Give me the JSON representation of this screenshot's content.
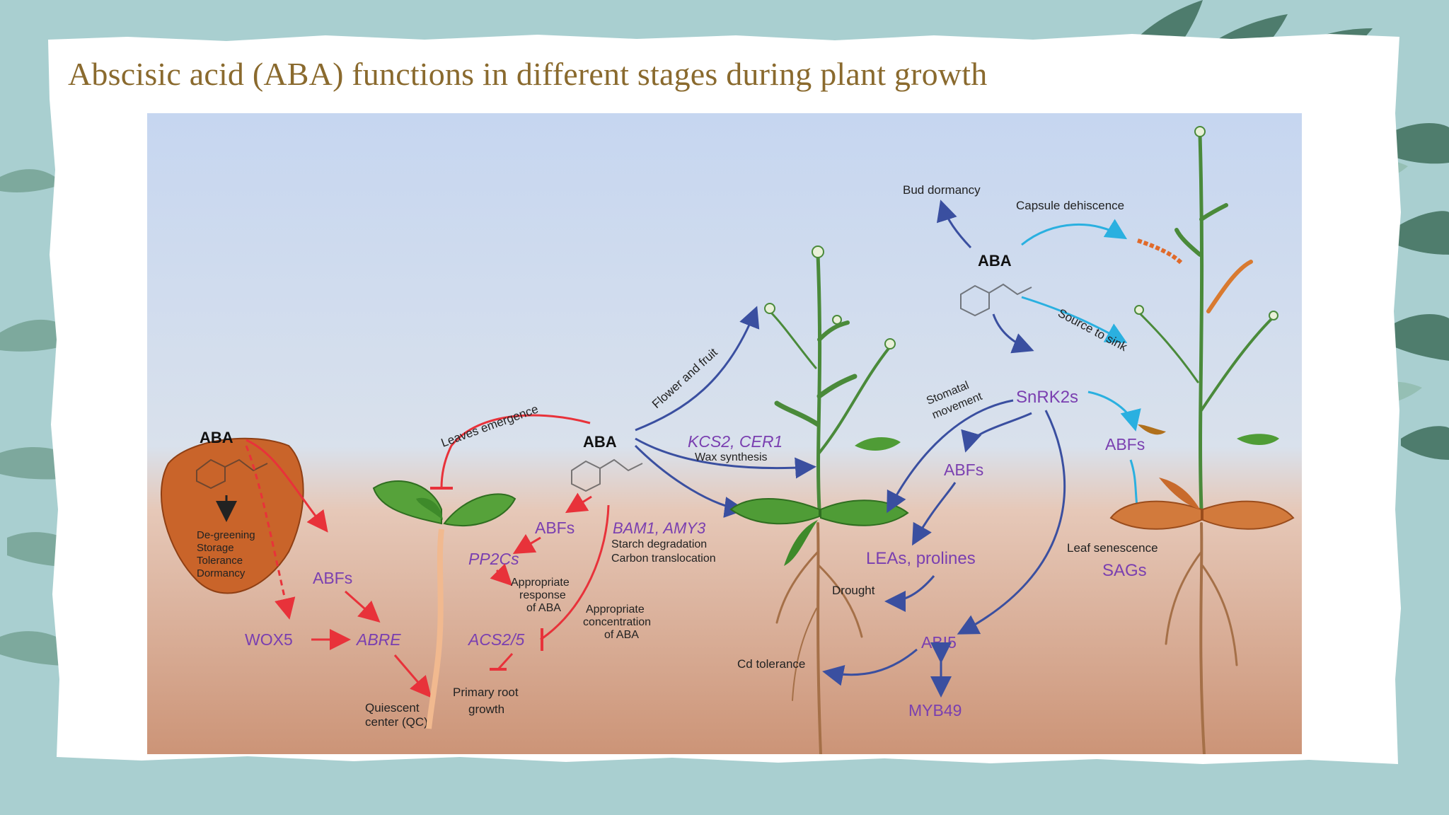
{
  "slide": {
    "title": "Abscisic acid (ABA) functions in different stages during plant growth"
  },
  "colors": {
    "background": "#a9cfd0",
    "title": "#8a6a2e",
    "red_arrows": "#e8323a",
    "blue_arrows": "#3a4fa0",
    "cyan_arrows": "#2ab0e0",
    "purple_text": "#7a3fb0",
    "sky": "#c9d8ef",
    "soil": "#cf9b7e"
  },
  "figure": {
    "seed": {
      "aba": "ABA",
      "effects": [
        "De-greening",
        "Storage",
        "Tolerance",
        "Dormancy"
      ],
      "abfs": "ABFs",
      "wox5": "WOX5",
      "abre": "ABRE",
      "qc": [
        "Quiescent",
        "center (QC)"
      ]
    },
    "seedling": {
      "aba": "ABA",
      "leaves_emergence": "Leaves emergence",
      "flower_fruit": "Flower and fruit",
      "abfs": "ABFs",
      "pp2cs": "PP2Cs",
      "response": [
        "Appropriate",
        "response",
        "of ABA"
      ],
      "acs": "ACS2/5",
      "concentration": [
        "Appropriate",
        "concentration",
        "of ABA"
      ],
      "primary_root": [
        "Primary root",
        "growth"
      ],
      "bam": "BAM1, AMY3",
      "starch": "Starch degradation",
      "carbon": "Carbon translocation",
      "kcs": "KCS2, CER1",
      "wax": "Wax synthesis"
    },
    "mature": {
      "bud_dormancy": "Bud dormancy",
      "capsule": "Capsule dehiscence",
      "aba": "ABA",
      "source_sink": "Source to sink",
      "stomatal": [
        "Stomatal",
        "movement"
      ],
      "snrk2s": "SnRK2s",
      "abfs_mid": "ABFs",
      "abfs_right": "ABFs",
      "leas": "LEAs, prolines",
      "drought": "Drought",
      "leaf_senescence": "Leaf senescence",
      "sags": "SAGs",
      "abi5": "ABI5",
      "cd_tolerance": "Cd tolerance",
      "myb49": "MYB49"
    }
  }
}
